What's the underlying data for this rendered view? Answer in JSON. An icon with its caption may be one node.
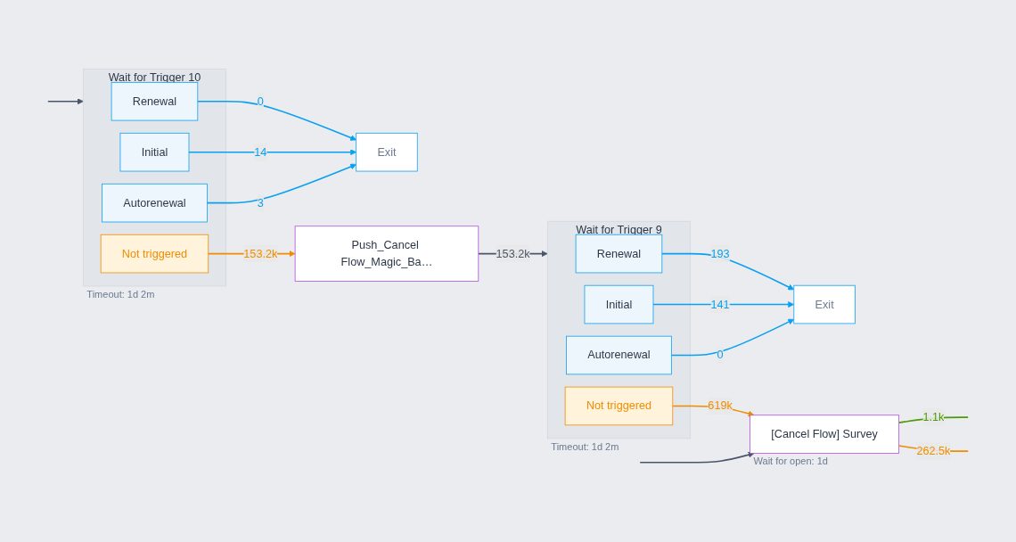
{
  "diagram": {
    "nodes": [
      {
        "text": [
          "Wait for Trigger 10"
        ],
        "beside": [
          "Timeout: 1d 2m"
        ]
      },
      {
        "text": [
          "Renewal"
        ],
        "in": 0
      },
      {
        "text": [
          "Initial"
        ],
        "in": 0
      },
      {
        "text": [
          "Autorenewal"
        ],
        "in": 0
      },
      {
        "text": [
          "Not triggered"
        ],
        "in": 0
      },
      {
        "text": [
          "Exit"
        ]
      },
      {
        "text": [
          "Push_Cancel Flow_Magic_Ba…"
        ]
      },
      {
        "text": [
          "Wait for Trigger 9"
        ],
        "beside": [
          "Timeout: 1d 2m"
        ]
      },
      {
        "text": [
          "Renewal"
        ],
        "in": 7
      },
      {
        "text": [
          "Initial"
        ],
        "in": 7
      },
      {
        "text": [
          "Autorenewal"
        ],
        "in": 7
      },
      {
        "text": [
          "Not triggered"
        ],
        "in": 7
      },
      {
        "text": [
          "Exit"
        ]
      },
      {
        "text": [
          "[Cancel Flow] Survey"
        ],
        "beside": [
          "Wait for open: 1d"
        ]
      }
    ],
    "edges": [
      {
        "from": null,
        "to": 0,
        "arrow": "to",
        "color": "#4a5568"
      },
      {
        "from": 1,
        "to": 5,
        "arrow": "to",
        "label": "0"
      },
      {
        "from": 2,
        "to": 5,
        "arrow": "to",
        "label": "14"
      },
      {
        "from": 3,
        "to": 5,
        "arrow": "to",
        "label": "3"
      },
      {
        "from": 4,
        "to": 6,
        "arrow": "to",
        "label": "153.2k",
        "color": "#f08c00"
      },
      {
        "from": 6,
        "to": 7,
        "arrow": "to",
        "label": "153.2k",
        "color": "#4a5568"
      },
      {
        "from": 8,
        "to": 12,
        "arrow": "to",
        "label": "193"
      },
      {
        "from": 9,
        "to": 12,
        "arrow": "to",
        "label": "141"
      },
      {
        "from": 10,
        "to": 12,
        "arrow": "to",
        "label": "0"
      },
      {
        "from": 11,
        "to": 13,
        "arrow": "to",
        "label": "619k",
        "color": "#f08c00"
      },
      {
        "from": null,
        "to": 13,
        "arrow": "to",
        "color": "#4a5568"
      },
      {
        "from": 13,
        "to": null,
        "arrow": "none",
        "label": "1.1k",
        "color": "#4d9a06"
      },
      {
        "from": 13,
        "to": null,
        "arrow": "none",
        "label": "262.5k",
        "color": "#f08c00"
      }
    ]
  }
}
